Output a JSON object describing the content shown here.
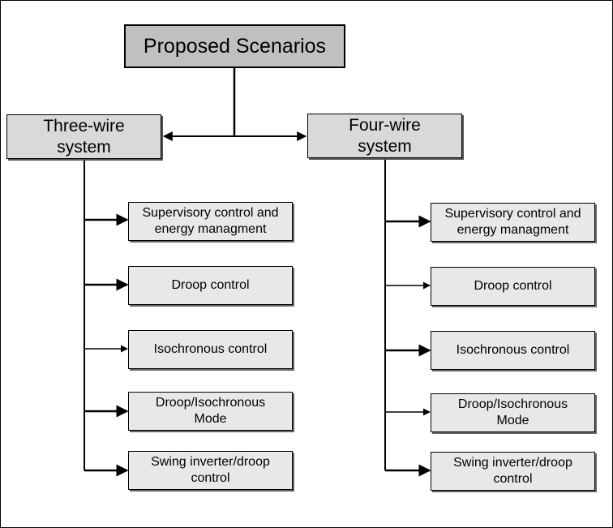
{
  "root": {
    "label": "Proposed Scenarios"
  },
  "left_branch": {
    "label": "Three-wire system",
    "items": [
      "Supervisory control and energy managment",
      "Droop control",
      "Isochronous control",
      "Droop/Isochronous Mode",
      "Swing inverter/droop control"
    ]
  },
  "right_branch": {
    "label": "Four-wire system",
    "items": [
      "Supervisory control and energy managment",
      "Droop control",
      "Isochronous control",
      "Droop/Isochronous Mode",
      "Swing inverter/droop control"
    ]
  }
}
